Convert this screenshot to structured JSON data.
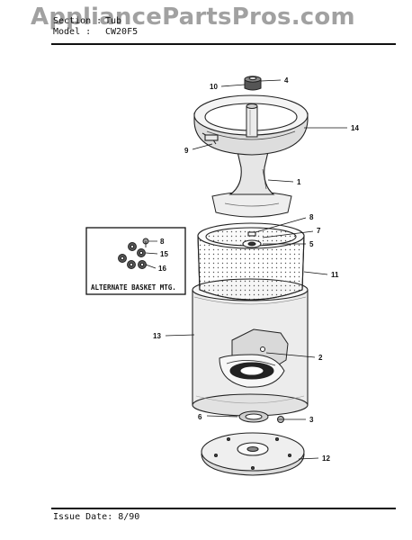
{
  "watermark": "AppliancePartsPros.com",
  "header": {
    "section_label": "Section :",
    "section_value": "Tub",
    "model_label": "Model :",
    "model_value": "CW20F5"
  },
  "footer": {
    "issue_label": "Issue Date:",
    "issue_value": "8/90"
  },
  "diagram": {
    "callouts": [
      "10",
      "4",
      "14",
      "9",
      "1",
      "8",
      "7",
      "5",
      "11",
      "13",
      "2",
      "6",
      "3",
      "12"
    ],
    "inset": {
      "title": "ALTERNATE BASKET MTG.",
      "callouts": [
        "8",
        "15",
        "16"
      ]
    }
  }
}
